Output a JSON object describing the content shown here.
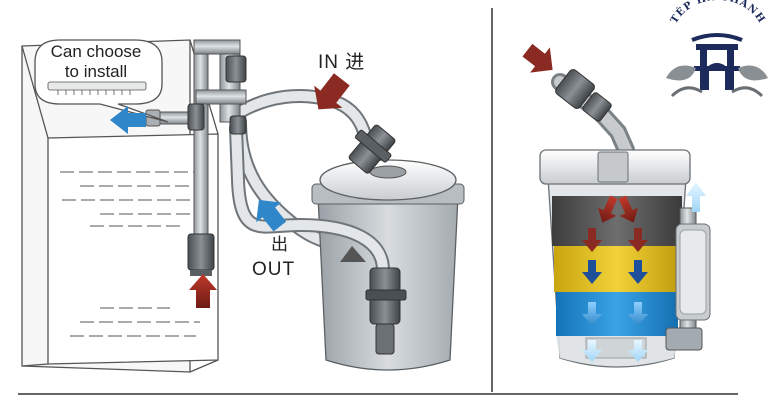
{
  "labels": {
    "callout_line1": "Can choose",
    "callout_line2": "to install",
    "inlet": "IN 进",
    "outlet_zh": "出",
    "outlet_en": "OUT"
  },
  "logo": {
    "text": "TÉP HÀ THÀNH",
    "icon": "shrimp-gate-icon"
  },
  "colors": {
    "flow_in": "#8a2a22",
    "flow_out": "#2f86c9",
    "media_top": "#5a5a5a",
    "media_middle": "#e6c21a",
    "media_bottom": "#1f8ad0",
    "logo_navy": "#1d2a5c"
  }
}
